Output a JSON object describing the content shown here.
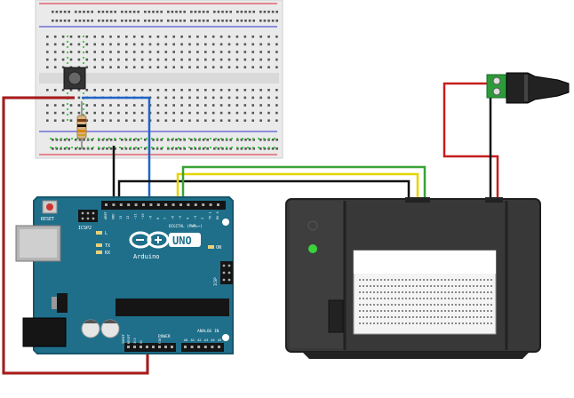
{
  "arduino": {
    "reset_label": "RESET",
    "icsp2_label": "ICSP2",
    "logo_text": "UNO",
    "brand_text": "Arduino",
    "l_label": "L",
    "tx_label": "TX",
    "rx_label": "RX",
    "on_label": "ON",
    "icsp_label": "ICSP",
    "digital_label": "DIGITAL (PWM=~)",
    "power_label": "POWER",
    "analog_label": "ANALOG IN",
    "aref_label": "AREF",
    "gnd_label": "GND",
    "ioref_label": "IOREF",
    "reset_pin_label": "RESET",
    "v33_label": "3V3",
    "v5_label": "5V",
    "vin_label": "VIN",
    "digital_pins": [
      "13",
      "12",
      "~11",
      "~10",
      "~9",
      "8",
      "7",
      "~6",
      "~5",
      "4",
      "~3",
      "2",
      "TX 1",
      "RX 0"
    ],
    "analog_pins": [
      "A0",
      "A1",
      "A2",
      "A3",
      "A4",
      "A5"
    ]
  },
  "colors": {
    "board": "#1f6f8b",
    "board_dark": "#15566c",
    "wire_red": "#c51d1d",
    "wire_dark_red": "#8b1010",
    "wire_black": "#111111",
    "wire_blue": "#1f64c8",
    "wire_yellow": "#e6d400",
    "wire_green": "#3aa335",
    "printer_body": "#3a3a3a",
    "printer_led": "#3ad43a",
    "terminal_green": "#2d9b3a"
  }
}
